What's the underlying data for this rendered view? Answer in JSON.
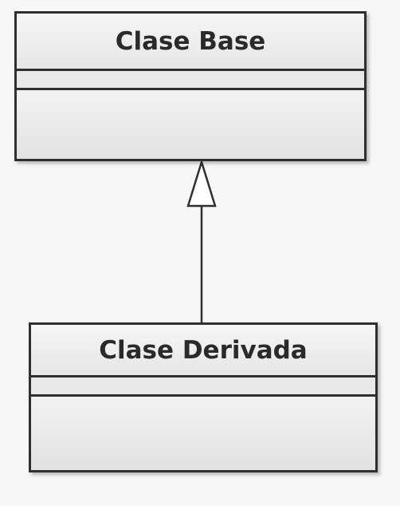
{
  "diagram": {
    "base_class": {
      "name": "Clase Base",
      "attributes": [],
      "methods": []
    },
    "derived_class": {
      "name": "Clase Derivada",
      "attributes": [],
      "methods": []
    },
    "relationship": {
      "type": "generalization",
      "from": "Clase Derivada",
      "to": "Clase Base"
    }
  }
}
